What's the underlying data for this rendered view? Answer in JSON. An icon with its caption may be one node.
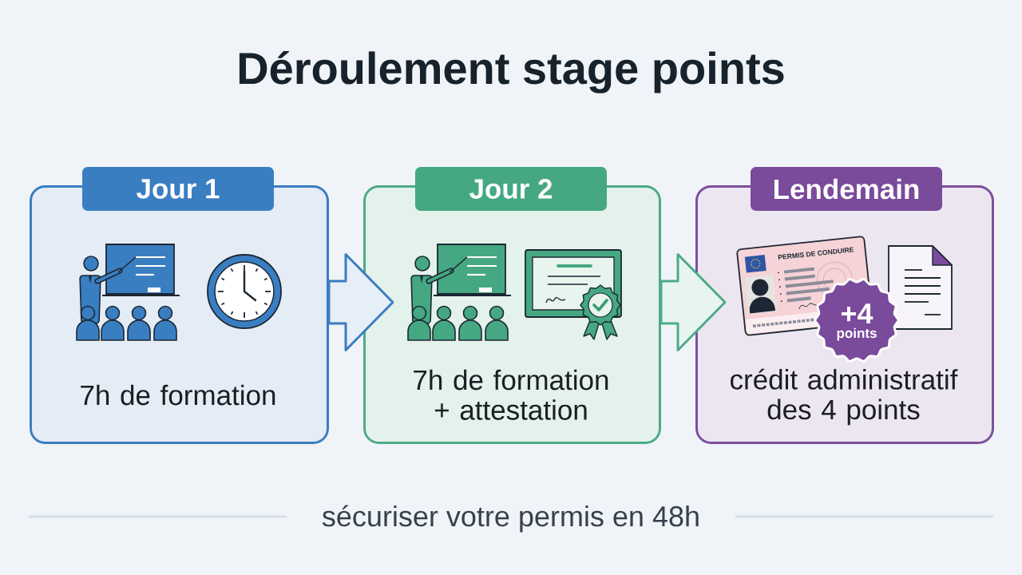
{
  "diagram": {
    "title": "Déroulement stage points",
    "nodes": [
      {
        "text": [
          "Jour 1",
          "7h de formation"
        ]
      },
      {
        "text": [
          "Jour 2",
          "7h de formation + attestation"
        ]
      },
      {
        "text": [
          "Lendemain",
          "crédit administratif des 4 points"
        ]
      },
      {
        "text": [
          "+4",
          "points"
        ],
        "in": 2
      }
    ],
    "edges": [
      {
        "from": 0,
        "to": 1,
        "arrow": "to",
        "color": "#3b7dc0"
      },
      {
        "from": 1,
        "to": 2,
        "arrow": "to",
        "color": "#4dab88"
      }
    ],
    "labels": [
      "PERMIS DE CONDUIRE"
    ],
    "caption": "sécuriser votre permis en 48h"
  }
}
